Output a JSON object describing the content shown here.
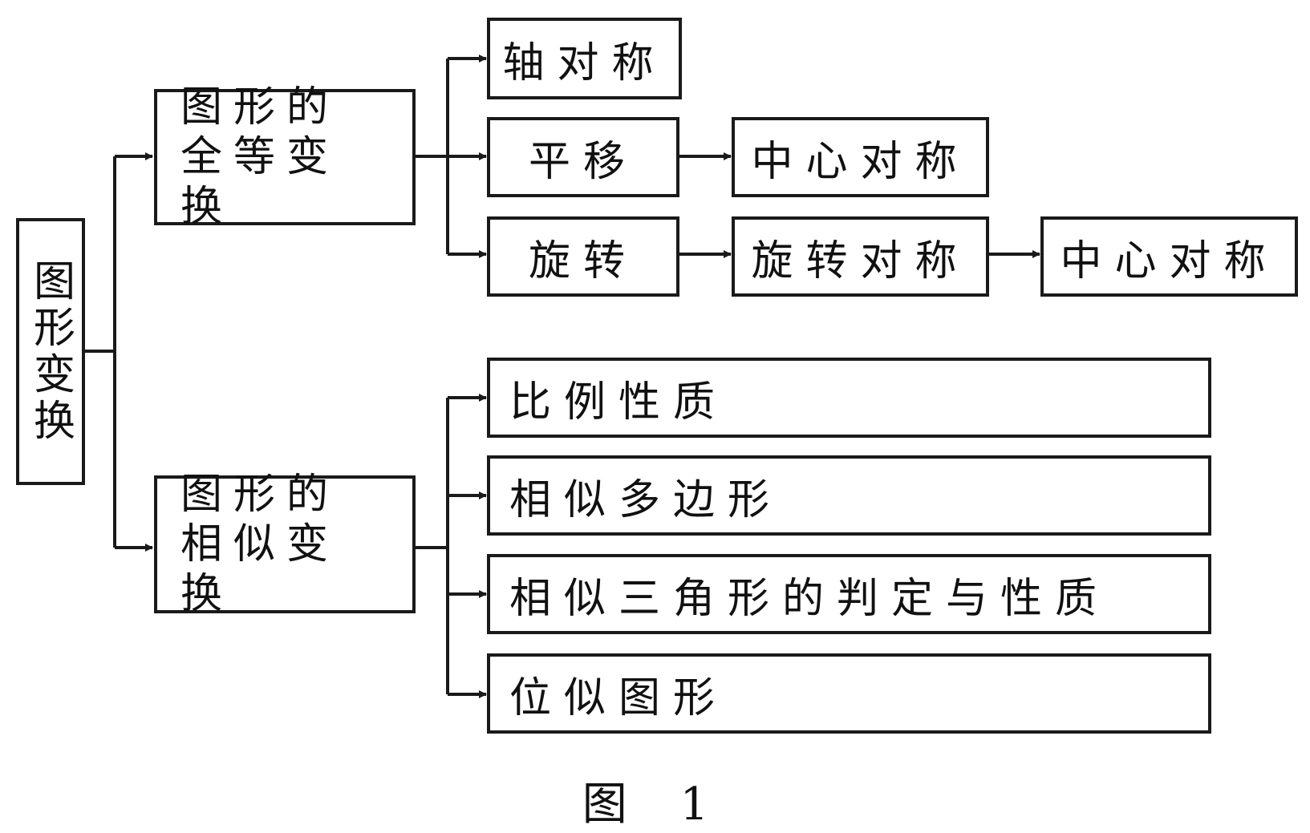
{
  "diagram": {
    "root": "图形变换",
    "congruent": {
      "label": "图形的全等变换",
      "children": {
        "axial": "轴对称",
        "translation": "平移",
        "translation_next": "中心对称",
        "rotation": "旋转",
        "rotation_next": "旋转对称",
        "rotation_next2": "中心对称"
      }
    },
    "similar": {
      "label": "图形的相似变换",
      "children": [
        "比例性质",
        "相似多边形",
        "相似三角形的判定与性质",
        "位似图形"
      ]
    },
    "caption": "图 1"
  }
}
